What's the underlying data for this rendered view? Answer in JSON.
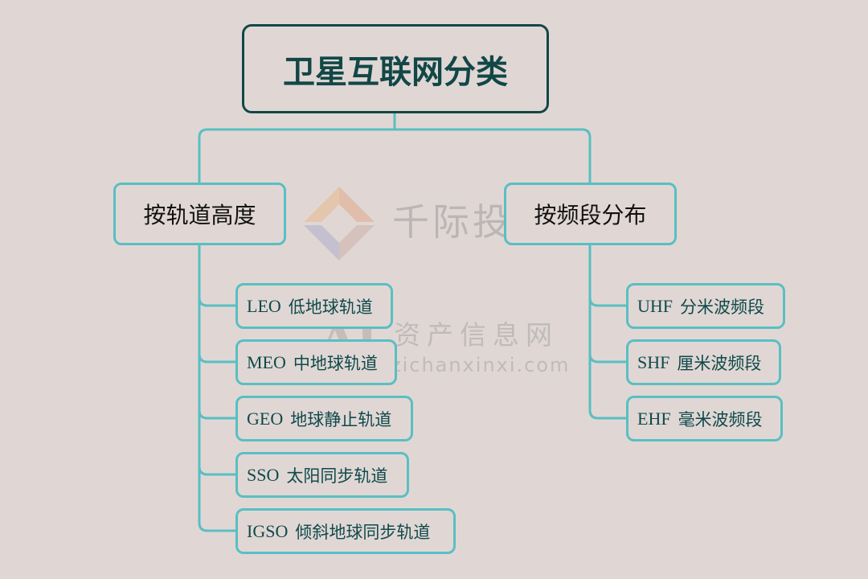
{
  "root": {
    "label": "卫星互联网分类"
  },
  "branches": [
    {
      "label": "按轨道高度",
      "items": [
        {
          "code": "LEO",
          "desc": "低地球轨道"
        },
        {
          "code": "MEO",
          "desc": "中地球轨道"
        },
        {
          "code": "GEO",
          "desc": "地球静止轨道"
        },
        {
          "code": "SSO",
          "desc": "太阳同步轨道"
        },
        {
          "code": "IGSO",
          "desc": "倾斜地球同步轨道"
        }
      ]
    },
    {
      "label": "按频段分布",
      "items": [
        {
          "code": "UHF",
          "desc": "分米波频段"
        },
        {
          "code": "SHF",
          "desc": "厘米波频段"
        },
        {
          "code": "EHF",
          "desc": "毫米波频段"
        }
      ]
    }
  ],
  "watermark": {
    "brand": "千际投行",
    "site": "资产信息网",
    "url": "zichanxinxi.com",
    "mark": "AI"
  },
  "colors": {
    "background": "#e0d7d5",
    "root_border": "#124747",
    "node_border": "#59bfc2",
    "text": "#0f4a4a"
  }
}
